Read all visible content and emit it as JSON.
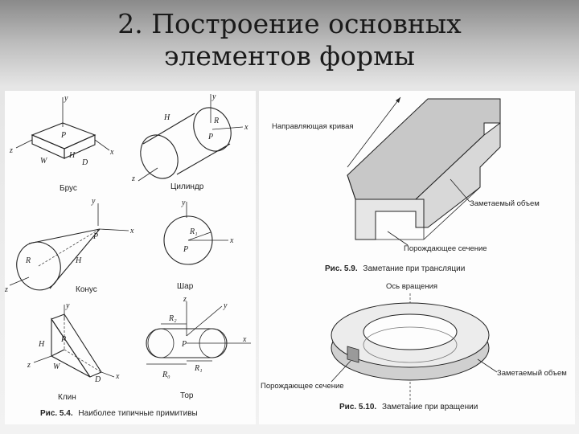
{
  "slide": {
    "title_line1": "2. Построение основных",
    "title_line2": "элементов формы"
  },
  "left_figure": {
    "shapes": {
      "box": "Брус",
      "cylinder": "Цилиндр",
      "cone": "Конус",
      "sphere": "Шар",
      "wedge": "Клин",
      "torus": "Тор"
    },
    "caption_prefix": "Рис. 5.4.",
    "caption_text": "Наиболее типичные примитивы",
    "axis_labels": {
      "x": "x",
      "y": "y",
      "z": "z"
    },
    "dimension_labels": {
      "W": "W",
      "H": "H",
      "D": "D",
      "P": "P",
      "R": "R",
      "R1": "R₁",
      "R2": "R₂",
      "Ro": "R₀"
    }
  },
  "right_figure": {
    "sweep_labels": {
      "guide_curve": "Направляющая кривая",
      "swept_volume": "Заметаемый объем",
      "generating_section": "Порождающее сечение"
    },
    "caption1_prefix": "Рис. 5.9.",
    "caption1_text": "Заметание при трансляции",
    "revolve_labels": {
      "rotation_axis": "Ось вращения",
      "swept_volume": "Заметаемый объем",
      "generating_section": "Порождающее сечение"
    },
    "caption2_prefix": "Рис. 5.10.",
    "caption2_text": "Заметание при вращении"
  }
}
